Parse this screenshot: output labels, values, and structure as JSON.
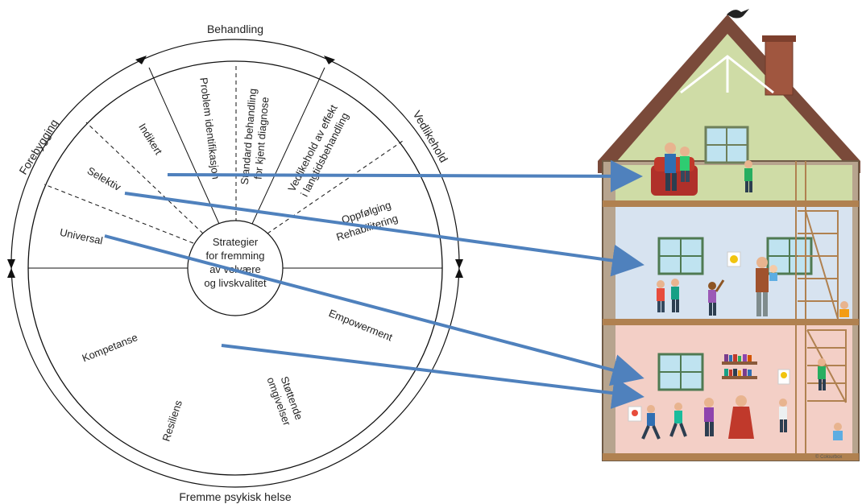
{
  "outer_labels": {
    "top": "Behandling",
    "left": "Forebygging",
    "right": "Vedlikehold",
    "bottom": "Fremme psykisk helse"
  },
  "upper_sectors": {
    "indikert": "Indikert",
    "selektiv": "Selektiv",
    "universal": "Universal",
    "problem": "Problem identifikasjon",
    "standard_line1": "Standard behandling",
    "standard_line2": "for kjent diagnose",
    "vedlikehold_line1": "Vedlikehold av effekt",
    "vedlikehold_line2": "i langtidsbehandling",
    "oppfolging_line1": "Oppfølging",
    "oppfolging_line2": "Rehabilitering"
  },
  "lower_sectors": {
    "kompetanse": "Kompetanse",
    "resiliens": "Resiliens",
    "empowerment": "Empowerment",
    "stottende_line1": "Støttende",
    "stottende_line2": "omgivelser"
  },
  "center": {
    "line1": "Strategier",
    "line2": "for fremming",
    "line3": "av velvære",
    "line4": "og livskvalitet"
  },
  "colors": {
    "arrow": "#4f81bd",
    "roof": "#7a4a3a",
    "top_floor": "#cfdca6",
    "middle_floor": "#d7e3f0",
    "bottom_floor": "#f3cfc6",
    "wood": "#b08150"
  },
  "credit": "© Colourbox"
}
